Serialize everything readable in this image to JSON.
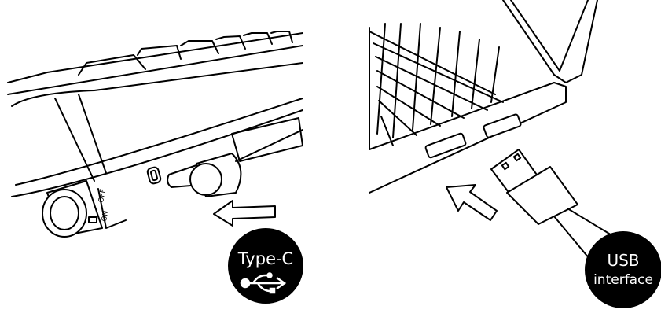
{
  "left_panel": {
    "switch_labels": {
      "off": "OFF",
      "on": "ON"
    },
    "badge": {
      "label": "Type-C",
      "icon": "usb-trident-icon"
    }
  },
  "right_panel": {
    "badge": {
      "line1": "USB",
      "line2": "interface"
    }
  },
  "colors": {
    "ink": "#000000",
    "background": "#ffffff"
  }
}
